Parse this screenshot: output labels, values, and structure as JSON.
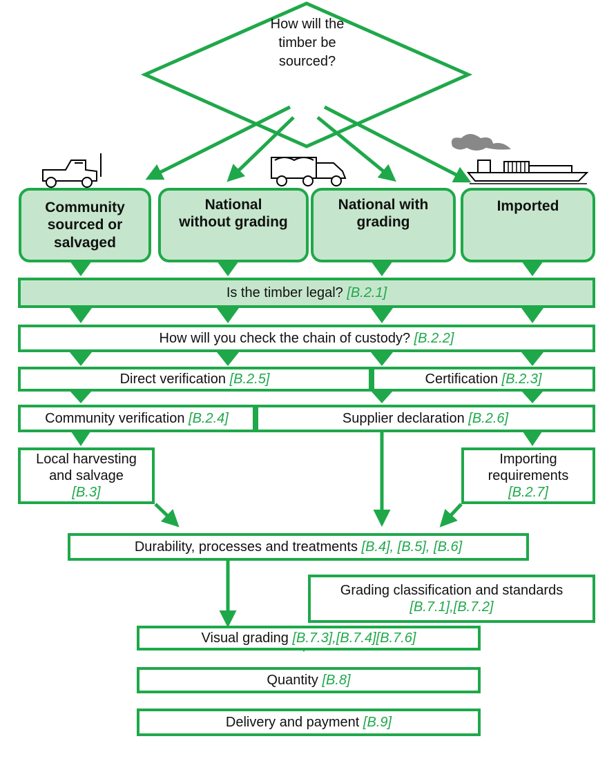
{
  "decision": {
    "line1": "How will the",
    "line2": "timber be",
    "line3": "sourced?"
  },
  "sources": {
    "community": {
      "line1": "Community",
      "line2": "sourced or",
      "line3": "salvaged"
    },
    "national_no_grading": {
      "line1": "National",
      "line2": "without grading"
    },
    "national_grading": {
      "line1": "National with",
      "line2": "grading"
    },
    "imported": {
      "line1": "Imported"
    }
  },
  "legal": {
    "text": "Is the timber legal?",
    "ref": "[B.2.1]"
  },
  "custody": {
    "text": "How will you check the chain of custody?",
    "ref": "[B.2.2]"
  },
  "direct": {
    "text": "Direct verification",
    "ref": "[B.2.5]"
  },
  "certification": {
    "text": "Certification",
    "ref": "[B.2.3]"
  },
  "community_verification": {
    "text": "Community verification",
    "ref": "[B.2.4]"
  },
  "supplier": {
    "text": "Supplier declaration",
    "ref": "[B.2.6]"
  },
  "local": {
    "line1": "Local harvesting",
    "line2": "and salvage",
    "ref": "[B.3]"
  },
  "importing": {
    "line1": "Importing",
    "line2": "requirements",
    "ref": "[B.2.7]"
  },
  "durability": {
    "text": "Durability, processes and treatments",
    "ref": "[B.4], [B.5], [B.6]"
  },
  "grading_class": {
    "text": "Grading classification and standards",
    "ref": "[B.7.1],[B.7.2]"
  },
  "visual": {
    "text": "Visual grading",
    "ref": "[B.7.3],[B.7.4][B.7.6]"
  },
  "quantity": {
    "text": "Quantity",
    "ref": "[B.8]"
  },
  "delivery": {
    "text": "Delivery and payment",
    "ref": "[B.9]"
  },
  "colors": {
    "accent": "#1fa84a",
    "fill": "#c5e6cc",
    "text": "#111111"
  },
  "icons": [
    "pickup-truck-icon",
    "lorry-truck-icon",
    "cargo-ship-icon"
  ]
}
